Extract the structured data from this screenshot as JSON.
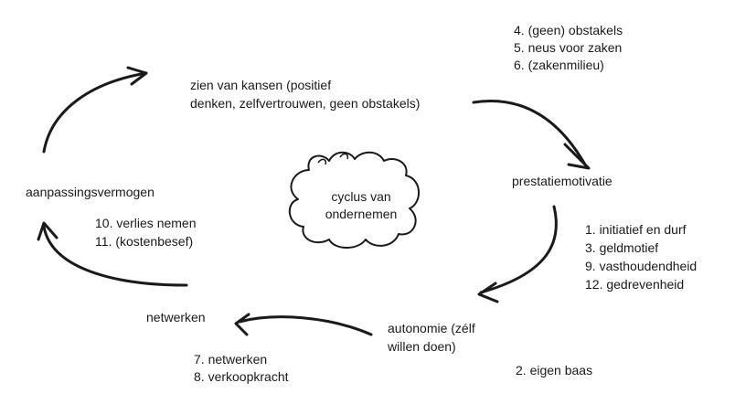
{
  "center": {
    "line1": "cyclus van",
    "line2": "ondernemen"
  },
  "stages": {
    "kansen": {
      "line1": "zien van kansen (positief",
      "line2": "denken, zelfvertrouwen, geen obstakels)"
    },
    "prestatie": {
      "label": "prestatiemotivatie"
    },
    "autonomie": {
      "line1": "autonomie (zélf",
      "line2": "willen doen)"
    },
    "netwerken": {
      "label": "netwerken"
    },
    "aanpassing": {
      "label": "aanpassingsvermogen"
    }
  },
  "lists": {
    "kansen": [
      "4. (geen) obstakels",
      "5. neus voor zaken",
      "6. (zakenmilieu)"
    ],
    "prestatie": [
      "1. initiatief en durf",
      "3. geldmotief",
      "9. vasthoudendheid",
      "12. gedrevenheid"
    ],
    "autonomie": [
      "2. eigen baas"
    ],
    "netwerken": [
      "7. netwerken",
      "8. verkoopkracht"
    ],
    "aanpassing": [
      "10. verlies nemen",
      "11. (kostenbesef)"
    ]
  },
  "colors": {
    "ink": "#1a1a1a",
    "background": "#ffffff"
  }
}
